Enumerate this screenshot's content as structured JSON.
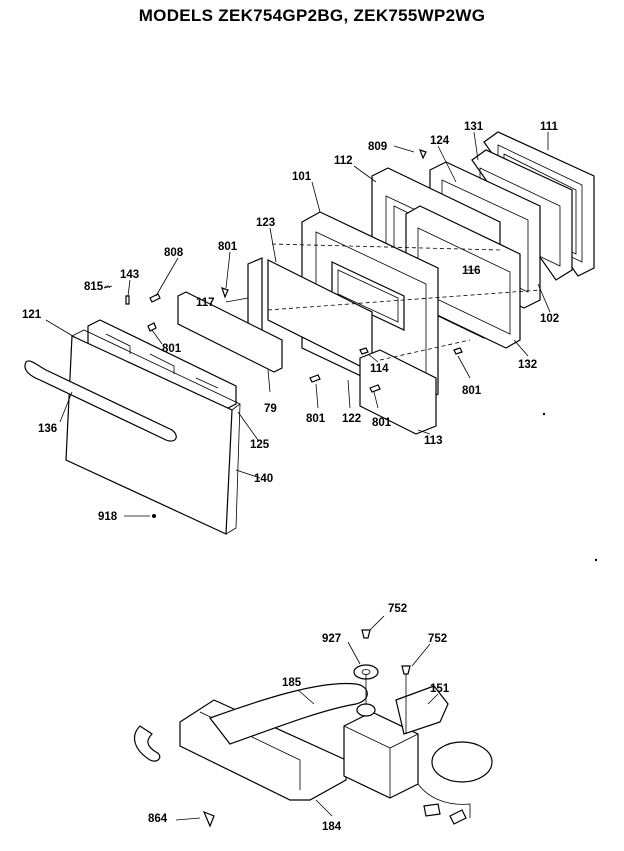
{
  "title": "MODELS ZEK754GP2BG, ZEK755WP2WG",
  "labels": {
    "p111": "111",
    "p131": "131",
    "p124": "124",
    "p809": "809",
    "p112": "112",
    "p101": "101",
    "p123": "123",
    "p801a": "801",
    "p808": "808",
    "p143": "143",
    "p815": "815",
    "p117": "117",
    "p121": "121",
    "p801b": "801",
    "p116": "116",
    "p102": "102",
    "p132": "132",
    "p801c": "801",
    "p114": "114",
    "p79": "79",
    "p136": "136",
    "p801d": "801",
    "p122": "122",
    "p801e": "801",
    "p113": "113",
    "p125": "125",
    "p140": "140",
    "p918": "918",
    "p752a": "752",
    "p927": "927",
    "p752b": "752",
    "p185": "185",
    "p151": "151",
    "p864": "864",
    "p184": "184"
  }
}
